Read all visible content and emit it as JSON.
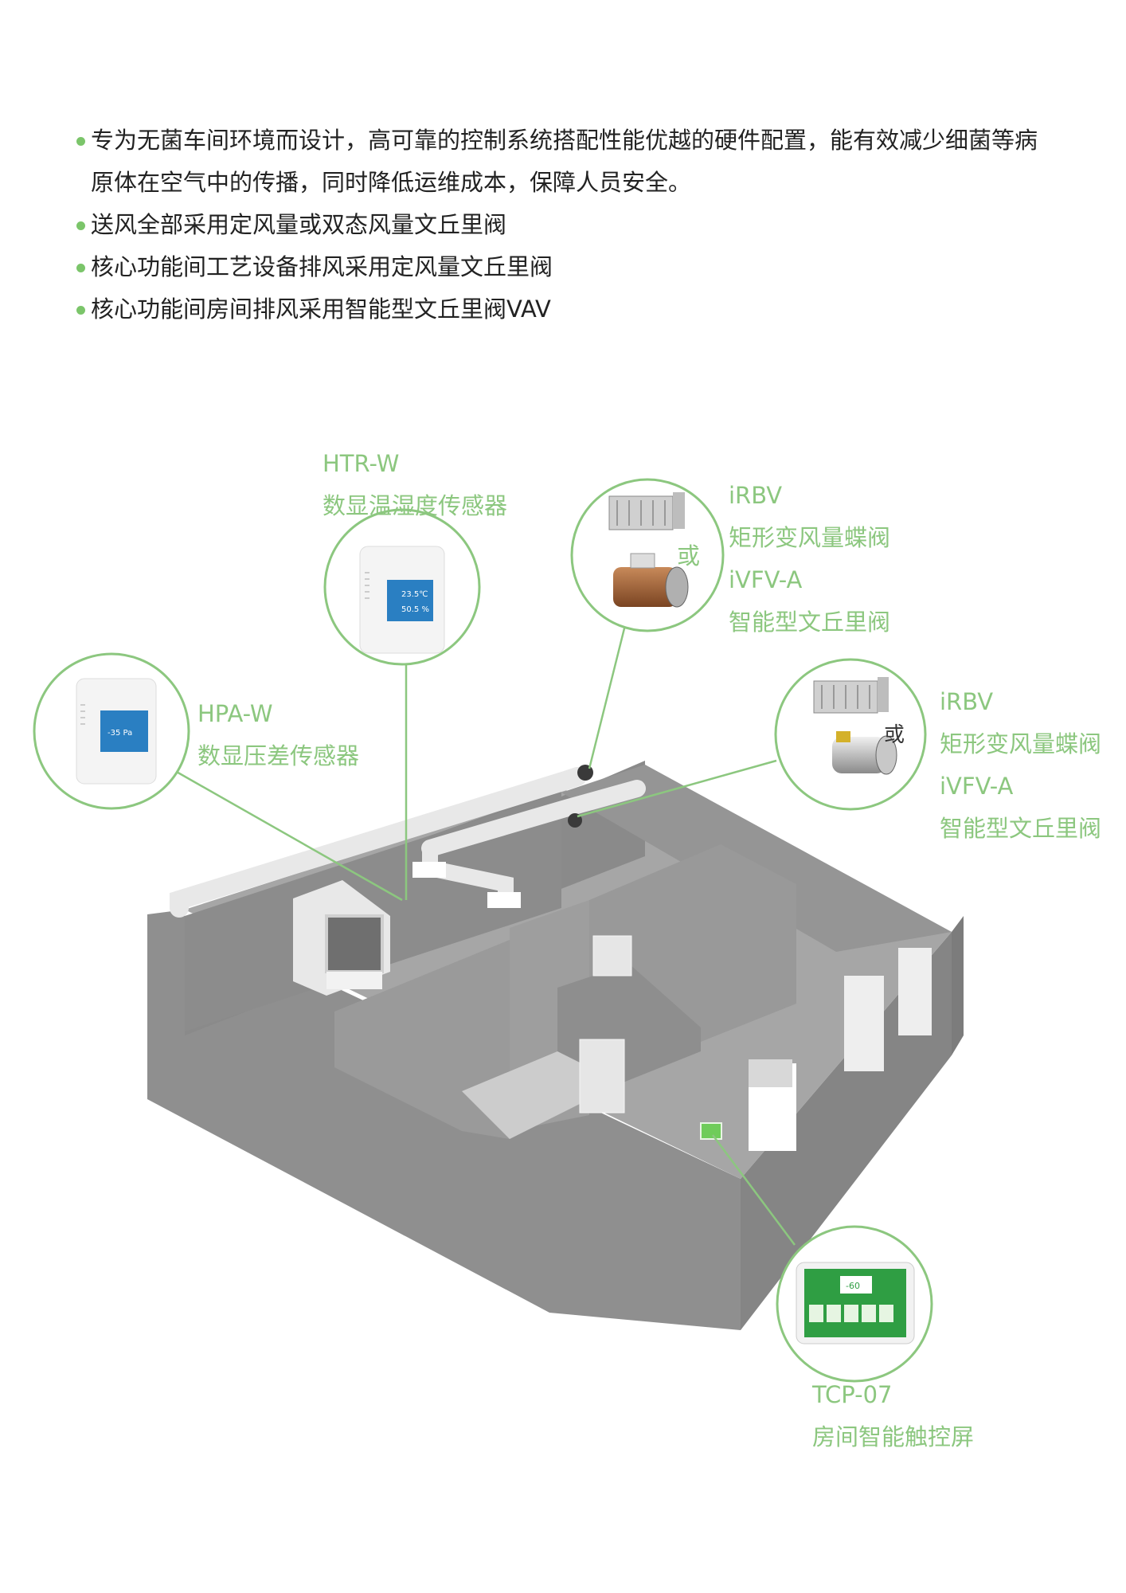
{
  "intro": {
    "bullets": [
      {
        "line1": "专为无菌车间环境而设计，高可靠的控制系统搭配性能优越的硬件配置，能有效减少细菌等病",
        "line2": "原体在空气中的传播，同时降低运维成本，保障人员安全。"
      },
      {
        "line1": "送风全部采用定风量或双态风量文丘里阀"
      },
      {
        "line1": "核心功能间工艺设备排风采用定风量文丘里阀"
      },
      {
        "line1": "核心功能间房间排风采用智能型文丘里阀VAV"
      }
    ]
  },
  "devices": {
    "htr": {
      "code": "HTR-W",
      "name": "数显温湿度传感器",
      "temp": "23.5℃",
      "humidity": "50.5 %"
    },
    "hpa": {
      "code": "HPA-W",
      "name": "数显压差传感器",
      "pressure": "-35 Pa"
    },
    "valve_top": {
      "code1": "iRBV",
      "name1": "矩形变风量蝶阀",
      "code2": "iVFV-A",
      "name2": "智能型文丘里阀",
      "or_label": "或"
    },
    "valve_right": {
      "code1": "iRBV",
      "name1": "矩形变风量蝶阀",
      "code2": "iVFV-A",
      "name2": "智能型文丘里阀",
      "or_label": "或"
    },
    "tcp": {
      "code": "TCP-07",
      "name": "房间智能触控屏",
      "screen_value": "-60"
    }
  },
  "colors": {
    "accent": "#8cc77f",
    "bullet_dot": "#7bc56a",
    "wall": "#8f8f8f",
    "floor": "#a6a6a6"
  }
}
